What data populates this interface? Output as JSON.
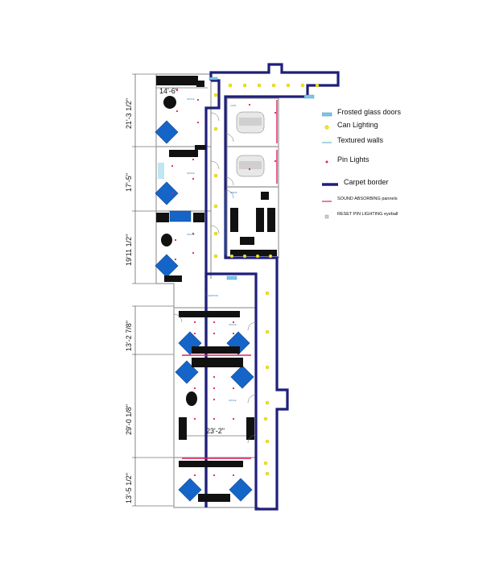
{
  "legend": {
    "frosted_glass": "Frosted glass doors",
    "can_lighting": "Can Lighting",
    "textured_walls": "Textured walls",
    "pin_lights": "Pin Lights",
    "carpet_border": "Carpet border",
    "sound_absorbing": "SOUND ABSORBING pannels",
    "reset_pin": "RESET PIN LIGHTING eyeball"
  },
  "dimensions": {
    "top_width": "14'-6\"",
    "d1": "21'-3 1/2\"",
    "d2": "17'-5\"",
    "d3": "19'11 1/2\"",
    "d4": "13'-2 7/8\"",
    "d5": "29'-0 1/8\"",
    "d6": "13'-5 1/2\"",
    "mid_width": "23'-2\""
  },
  "colors": {
    "carpet_border": "#1f1f7a",
    "can_light": "#f2e61a",
    "pin_light": "#e0225a",
    "frosted_glass": "#7fc6e6",
    "textured_wall": "#1e9aa8",
    "sound_panel": "#e0225a",
    "rug": "#1565c8",
    "furniture": "#111111",
    "wall": "#9a9a9a"
  },
  "icons": [
    "can-light-icon",
    "pin-light-icon",
    "frosted-glass-icon",
    "textured-wall-icon",
    "carpet-border-icon",
    "sound-panel-icon",
    "reset-pin-icon"
  ]
}
